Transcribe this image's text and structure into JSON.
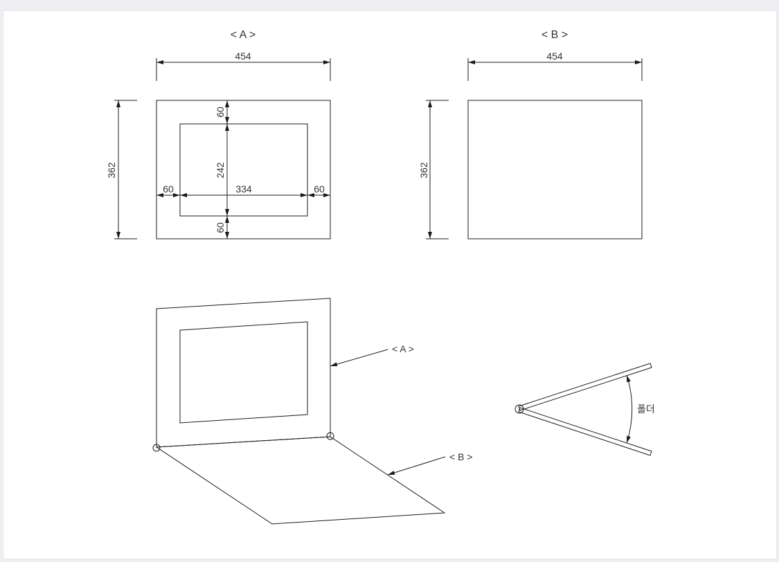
{
  "views": {
    "a_title": "< A >",
    "b_title": "< B >"
  },
  "view_a": {
    "width": "454",
    "height": "362",
    "top": "60",
    "middle_height": "242",
    "bottom": "60",
    "left": "60",
    "middle_width": "334",
    "right": "60"
  },
  "view_b": {
    "width": "454",
    "height": "362"
  },
  "callouts": {
    "a": "< A >",
    "b": "< B >"
  },
  "fold_label": "폴더",
  "colors": {
    "line": "#1a1a1a",
    "text": "#333333",
    "background": "#eeeef3",
    "sheet": "#ffffff"
  }
}
